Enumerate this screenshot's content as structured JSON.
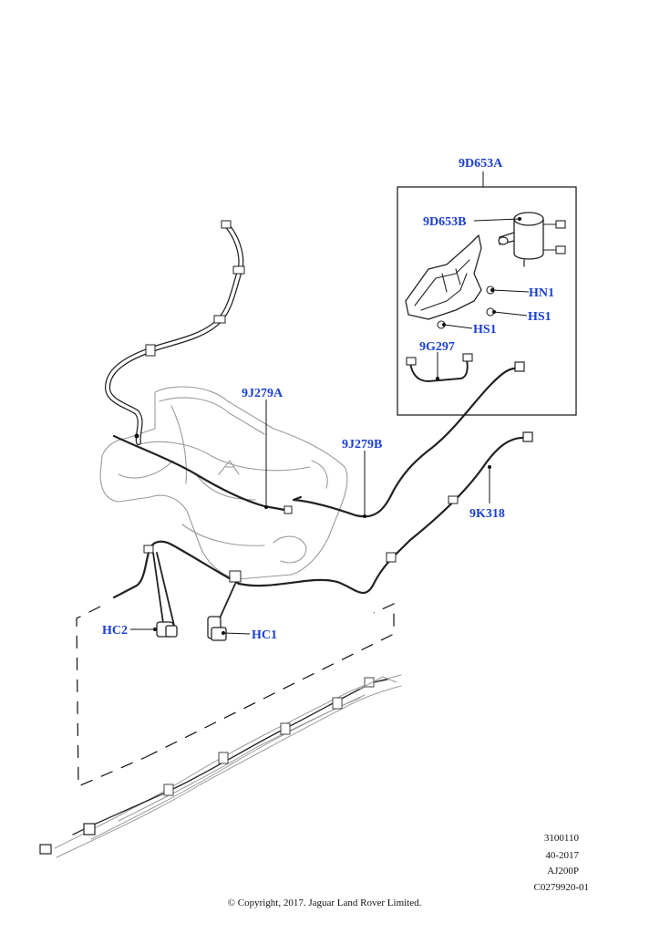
{
  "callouts": {
    "c_9D653A": "9D653A",
    "c_9D653B": "9D653B",
    "c_HN1": "HN1",
    "c_HS1_right": "HS1",
    "c_HS1_left": "HS1",
    "c_9G297": "9G297",
    "c_9J279A": "9J279A",
    "c_9J279B": "9J279B",
    "c_9K318": "9K318",
    "c_HC2": "HC2",
    "c_HC1": "HC1"
  },
  "info": {
    "line1": "3100110",
    "line2": "40-2017",
    "line3": "AJ200P",
    "line4": "C0279920-01"
  },
  "copyright": "© Copyright, 2017. Jaguar Land Rover Limited.",
  "colors": {
    "callout": "#1a3fd0",
    "linework": "#222222",
    "ghost": "#9a9a9a"
  }
}
